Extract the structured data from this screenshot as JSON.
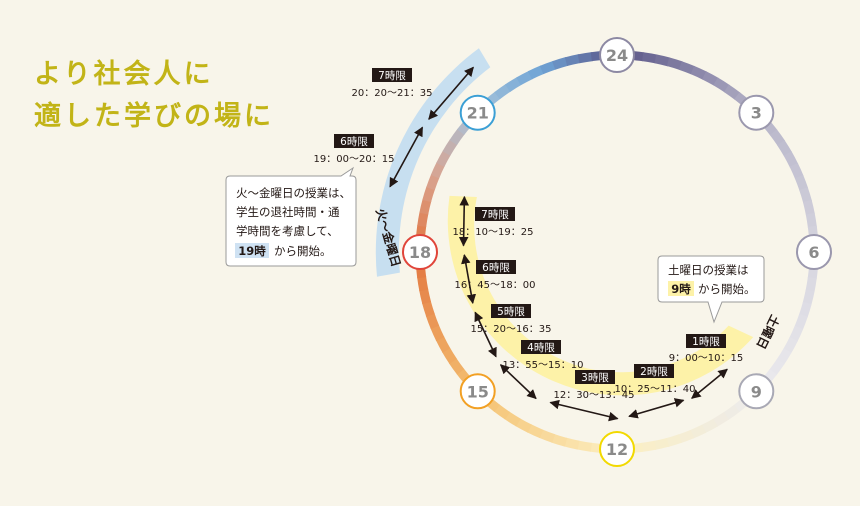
{
  "heading": {
    "line1": "より社会人に",
    "line2": "適した学びの場に"
  },
  "clock_hours": [
    {
      "label": "24",
      "color": "#8d89a3"
    },
    {
      "label": "3",
      "color": "#9b98ae"
    },
    {
      "label": "6",
      "color": "#9a97ad"
    },
    {
      "label": "9",
      "color": "#a9a9b5"
    },
    {
      "label": "12",
      "color": "#f2d900"
    },
    {
      "label": "15",
      "color": "#f2a024"
    },
    {
      "label": "18",
      "color": "#e0453a"
    },
    {
      "label": "21",
      "color": "#3b9fd5"
    }
  ],
  "weekday": {
    "band_label": "火〜金曜日",
    "periods": [
      {
        "name": "7時限",
        "time": "20：20〜21：35"
      },
      {
        "name": "6時限",
        "time": "19：00〜20：15"
      }
    ],
    "note_lines": [
      "火〜金曜日の授業は、",
      "学生の退社時間・通",
      "学時間を考慮して、"
    ],
    "note_highlight": "19時",
    "note_tail": "から開始。"
  },
  "saturday": {
    "band_label": "土曜日",
    "periods": [
      {
        "name": "7時限",
        "time": "18：10〜19：25"
      },
      {
        "name": "6時限",
        "time": "16：45〜18：00"
      },
      {
        "name": "5時限",
        "time": "15：20〜16：35"
      },
      {
        "name": "4時限",
        "time": "13：55〜15：10"
      },
      {
        "name": "3時限",
        "time": "12：30〜13：45"
      },
      {
        "name": "2時限",
        "time": "10：25〜11：40"
      },
      {
        "name": "1時限",
        "time": "9：00〜10：15"
      }
    ],
    "note_line1": "土曜日の授業は",
    "note_highlight": "9時",
    "note_tail": "から開始。"
  },
  "colors": {
    "heading": "#c2b417",
    "weekday_band": "#c7dff0",
    "saturday_band": "#fdf2a8",
    "label_box": "#231815"
  }
}
